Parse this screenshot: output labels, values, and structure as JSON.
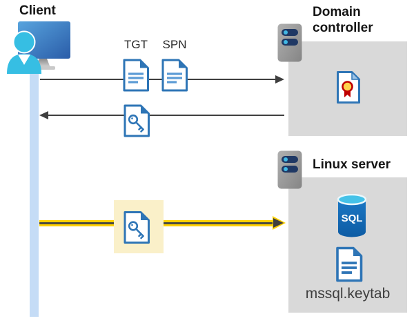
{
  "diagram": {
    "title_context": "Active Directory authentication flow",
    "client": {
      "label": "Client"
    },
    "domain_controller": {
      "label": "Domain controller"
    },
    "linux_server": {
      "label": "Linux server",
      "sql_label": "SQL",
      "keytab_label": "mssql.keytab"
    },
    "tickets": {
      "tgt_label": "TGT",
      "spn_label": "SPN"
    },
    "icons": {
      "client": "workstation-user-icon",
      "domain_controller": "server-icon",
      "linux_server": "server-icon",
      "tgt": "document-icon",
      "spn": "document-icon",
      "service_ticket": "key-document-icon",
      "certificate": "certificate-icon",
      "sql": "sql-database-icon",
      "keytab": "document-icon"
    },
    "colors": {
      "doc_blue": "#2E75B6",
      "doc_line_blue": "#5B9BD5",
      "box_gray": "#D9D9D9",
      "arrow_gray": "#3F3F3F",
      "timeline_blue": "#C5DCF6",
      "arrow_yellow": "#FFD100",
      "highlight_yellow": "#FAF0C9",
      "sql_body_blue": "#1268B3",
      "sql_top_cyan": "#45C2E8",
      "person_cyan": "#36BEE3",
      "server_bar_navy": "#1F3864",
      "server_dot_cyan": "#41B8E4"
    }
  }
}
